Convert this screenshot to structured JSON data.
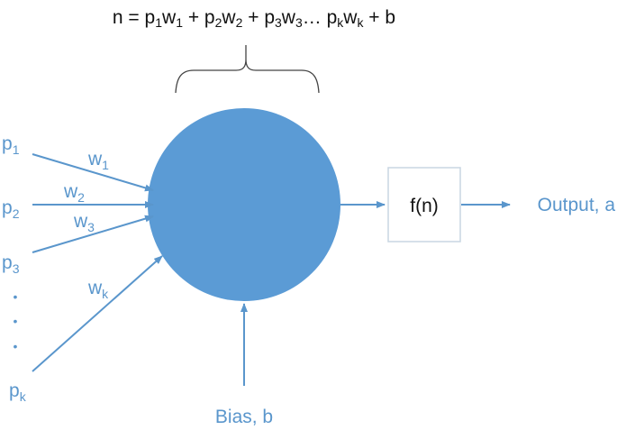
{
  "formula": {
    "prefix": "n = ",
    "terms": [
      {
        "p": "p",
        "p_sub": "1",
        "w": "w",
        "w_sub": "1",
        "after": " + "
      },
      {
        "p": "p",
        "p_sub": "2",
        "w": "w",
        "w_sub": "2",
        "after": " + "
      },
      {
        "p": "p",
        "p_sub": "3",
        "w": "w",
        "w_sub": "3",
        "after": "… "
      },
      {
        "p": "p",
        "p_sub": "k",
        "w": "w",
        "w_sub": "k",
        "after": " + b"
      }
    ]
  },
  "inputs": [
    {
      "label": "p",
      "sub": "1"
    },
    {
      "label": "p",
      "sub": "2"
    },
    {
      "label": "p",
      "sub": "3"
    },
    {
      "label": "p",
      "sub": "k"
    }
  ],
  "weights": [
    {
      "label": "w",
      "sub": "1"
    },
    {
      "label": "w",
      "sub": "2"
    },
    {
      "label": "w",
      "sub": "3"
    },
    {
      "label": "w",
      "sub": "k"
    }
  ],
  "ellipsis_dots": [
    "•",
    "•",
    "•"
  ],
  "activation": {
    "label": "f(n)"
  },
  "output": {
    "label": "Output, a"
  },
  "bias": {
    "label": "Bias, b"
  },
  "colors": {
    "accent": "#5a96cc",
    "text": "#111111",
    "box_border": "#c8d6e2"
  }
}
